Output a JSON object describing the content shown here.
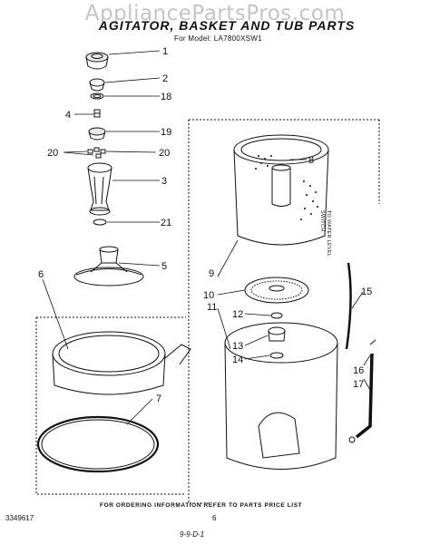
{
  "watermark": "AppliancePartsPros.com",
  "title": "AGITATOR, BASKET AND TUB PARTS",
  "model_line": "For Model: LA7800XSW1",
  "side_note": "TO WATER LEVEL SWITCH",
  "footer_note": "FOR ORDERING INFORMATION REFER TO PARTS PRICE LIST",
  "part_number": "3349617",
  "page_number": "6",
  "revision_mark": "9-9-D-1",
  "callouts": [
    "1",
    "2",
    "18",
    "4",
    "19",
    "20",
    "20",
    "3",
    "21",
    "5",
    "6",
    "7",
    "8",
    "9",
    "10",
    "11",
    "12",
    "13",
    "14",
    "15",
    "16",
    "17"
  ],
  "colors": {
    "ink": "#111111",
    "watermark": "#999999",
    "background": "#ffffff"
  }
}
